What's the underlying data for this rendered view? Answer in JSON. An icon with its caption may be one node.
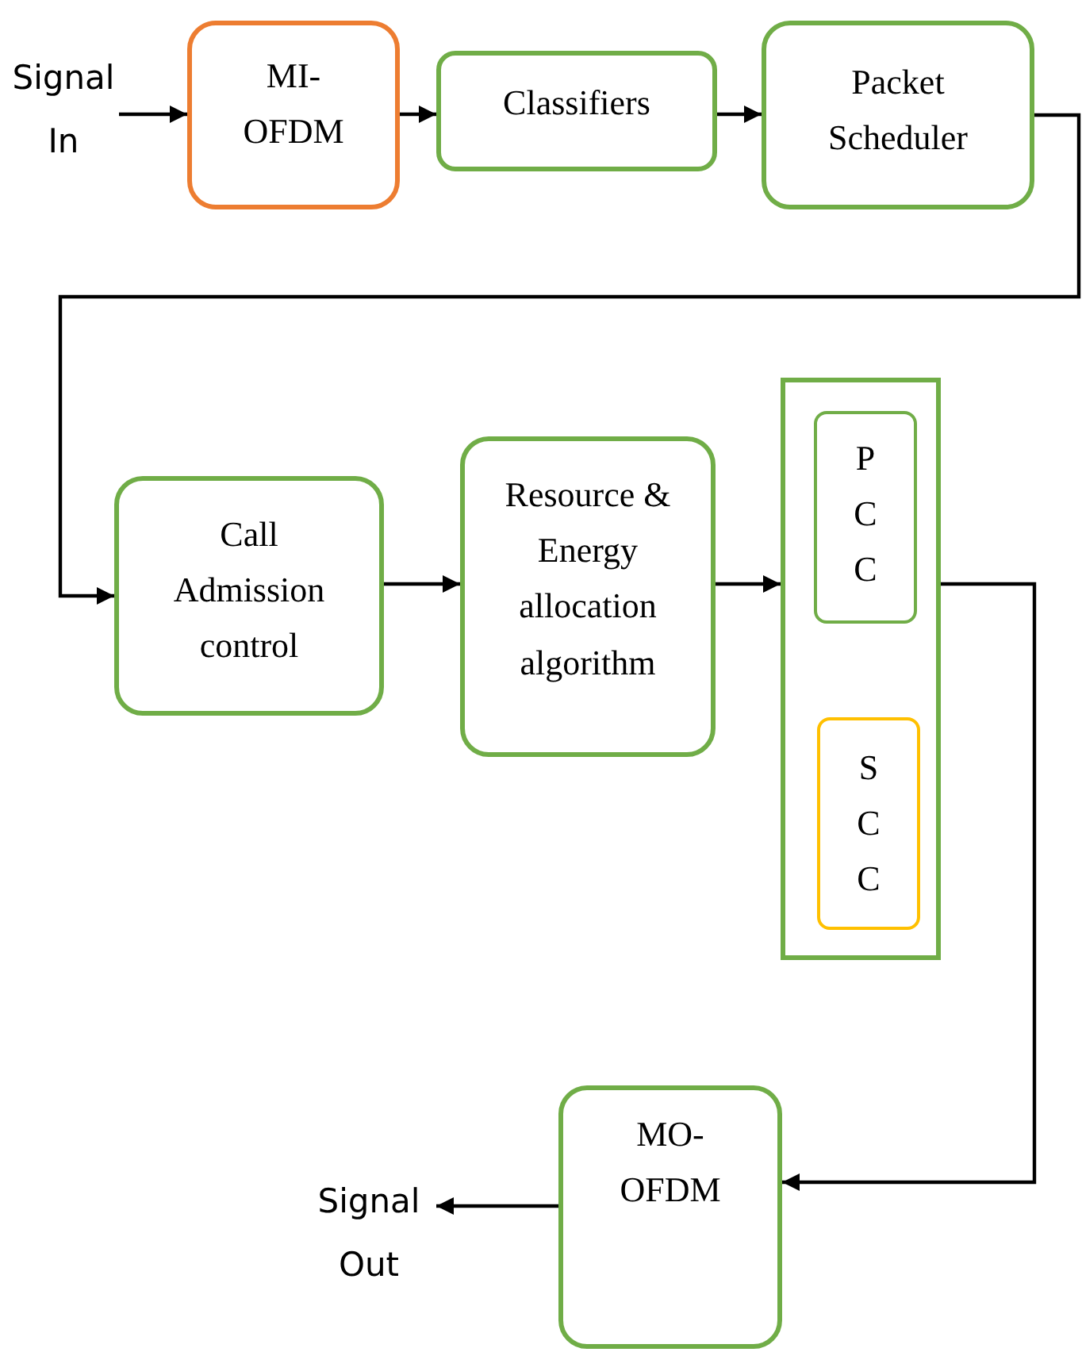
{
  "diagram": {
    "nodes": [
      {
        "text": [
          "Signal In"
        ]
      },
      {
        "text": [
          "MI- OFDM"
        ]
      },
      {
        "text": [
          "Classifiers"
        ]
      },
      {
        "text": [
          "Packet Scheduler"
        ]
      },
      {
        "text": [
          "Call Admission control"
        ]
      },
      {
        "text": [
          "Resource & Energy allocation algorithm"
        ]
      },
      {
        "text": [],
        "shape": "box"
      },
      {
        "text": [
          "PCC"
        ],
        "in": 6
      },
      {
        "text": [
          "SCC"
        ],
        "in": 6
      },
      {
        "text": [
          "MO- OFDM"
        ]
      },
      {
        "text": [
          "Signal Out"
        ]
      }
    ],
    "edges": [
      {
        "from": 0,
        "to": 1,
        "arrow": "to"
      },
      {
        "from": 1,
        "to": 2,
        "arrow": "to"
      },
      {
        "from": 2,
        "to": 3,
        "arrow": "to"
      },
      {
        "from": 3,
        "to": 4,
        "arrow": "to"
      },
      {
        "from": 4,
        "to": 5,
        "arrow": "to"
      },
      {
        "from": 5,
        "to": 6,
        "arrow": "to"
      },
      {
        "from": 6,
        "to": 9,
        "arrow": "to"
      },
      {
        "from": 9,
        "to": 10,
        "arrow": "to"
      }
    ]
  }
}
